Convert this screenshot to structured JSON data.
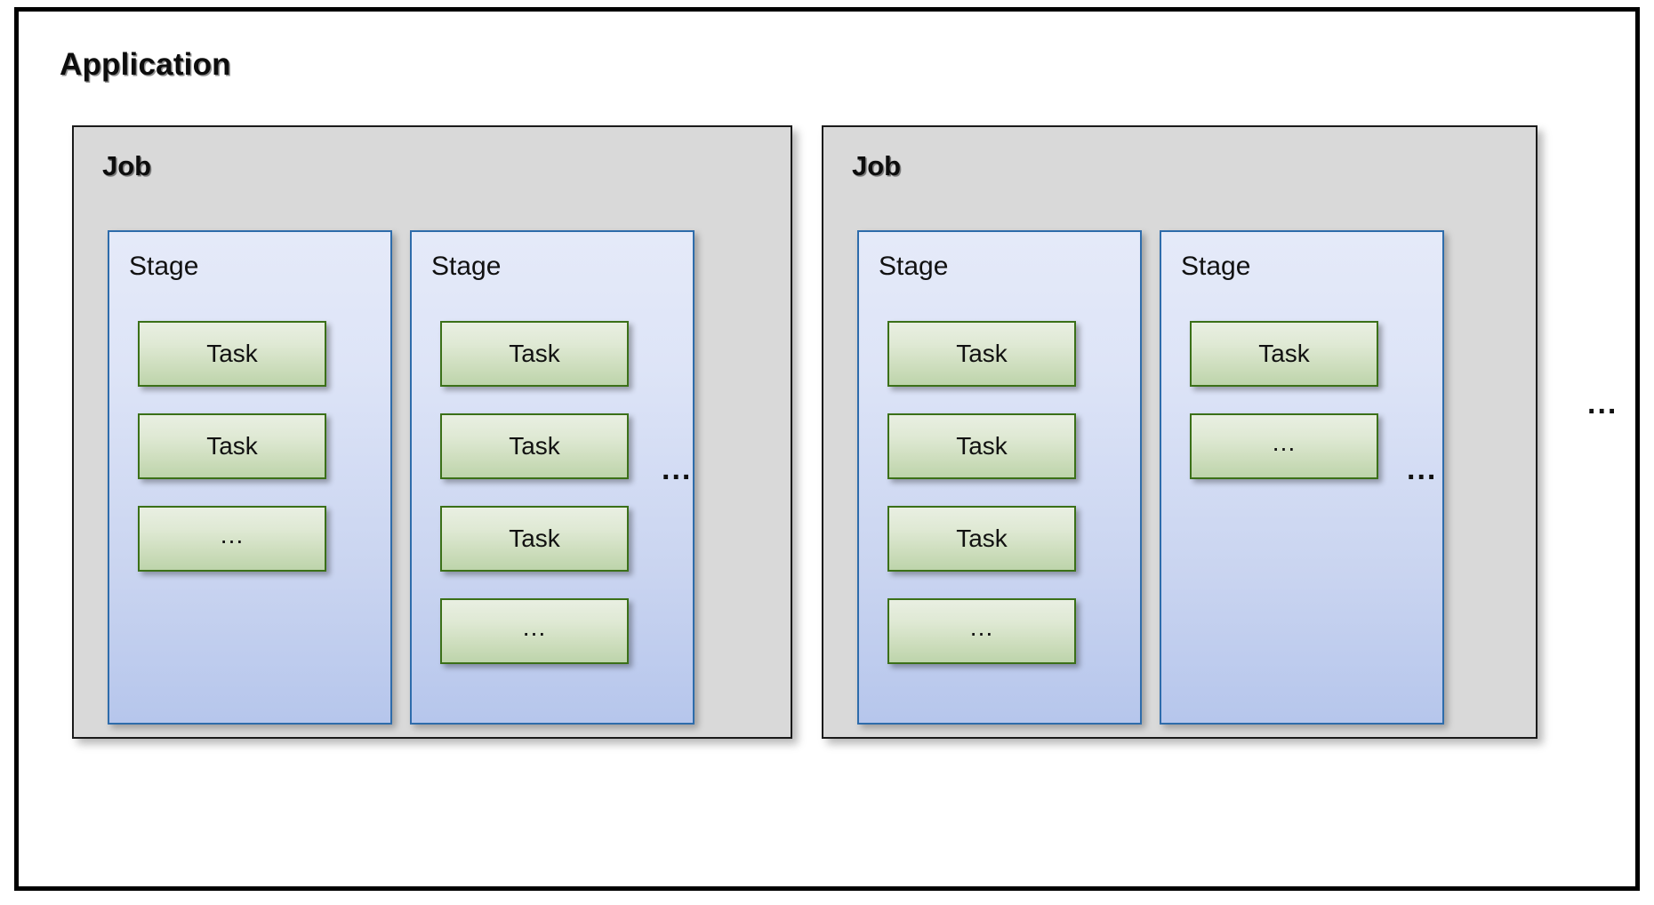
{
  "diagram": {
    "title": "Application",
    "ellipsis_glyph": "...",
    "colors": {
      "frame_border": "#000000",
      "job_fill": "#d9d9d9",
      "job_border": "#1a1a1a",
      "stage_fill_top": "#e5eaf9",
      "stage_fill_bottom": "#b6c6ec",
      "stage_border": "#2e6cab",
      "task_fill_top": "#e9efe2",
      "task_fill_bottom": "#bdd4ab",
      "task_border": "#3b7018",
      "text": "#111111",
      "page_background": "#ffffff"
    },
    "jobs": [
      {
        "label": "Job",
        "trailing_ellipsis": "...",
        "stages": [
          {
            "label": "Stage",
            "tasks": [
              {
                "label": "Task",
                "is_ellipsis": false
              },
              {
                "label": "Task",
                "is_ellipsis": false
              },
              {
                "label": "…",
                "is_ellipsis": true
              }
            ]
          },
          {
            "label": "Stage",
            "tasks": [
              {
                "label": "Task",
                "is_ellipsis": false
              },
              {
                "label": "Task",
                "is_ellipsis": false
              },
              {
                "label": "Task",
                "is_ellipsis": false
              },
              {
                "label": "…",
                "is_ellipsis": true
              }
            ]
          }
        ]
      },
      {
        "label": "Job",
        "trailing_ellipsis": "...",
        "stages": [
          {
            "label": "Stage",
            "tasks": [
              {
                "label": "Task",
                "is_ellipsis": false
              },
              {
                "label": "Task",
                "is_ellipsis": false
              },
              {
                "label": "Task",
                "is_ellipsis": false
              },
              {
                "label": "…",
                "is_ellipsis": true
              }
            ]
          },
          {
            "label": "Stage",
            "tasks": [
              {
                "label": "Task",
                "is_ellipsis": false
              },
              {
                "label": "…",
                "is_ellipsis": true
              }
            ]
          }
        ]
      }
    ],
    "global_ellipsis": "..."
  }
}
